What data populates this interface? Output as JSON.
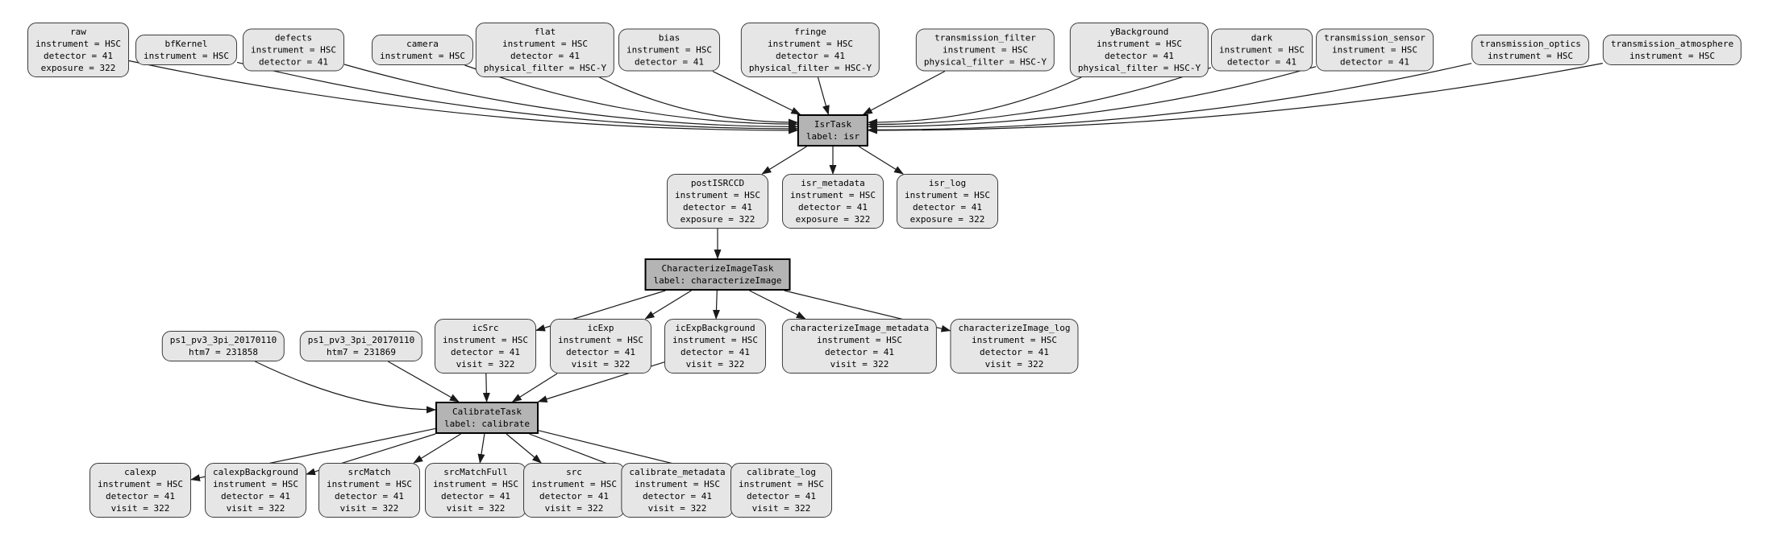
{
  "colors": {
    "background": "#ffffff",
    "dataset_fill": "#e6e6e6",
    "dataset_border": "#3c3c3c",
    "task_fill": "#b4b4b4",
    "task_border": "#000000",
    "edge": "#1a1a1a",
    "text": "#000000"
  },
  "nodes": {
    "raw": {
      "title": "raw",
      "attrs": [
        "instrument = HSC",
        "detector = 41",
        "exposure = 322"
      ]
    },
    "bfKernel": {
      "title": "bfKernel",
      "attrs": [
        "instrument = HSC"
      ]
    },
    "defects": {
      "title": "defects",
      "attrs": [
        "instrument = HSC",
        "detector = 41"
      ]
    },
    "camera": {
      "title": "camera",
      "attrs": [
        "instrument = HSC"
      ]
    },
    "flat": {
      "title": "flat",
      "attrs": [
        "instrument = HSC",
        "detector = 41",
        "physical_filter = HSC-Y"
      ]
    },
    "bias": {
      "title": "bias",
      "attrs": [
        "instrument = HSC",
        "detector = 41"
      ]
    },
    "fringe": {
      "title": "fringe",
      "attrs": [
        "instrument = HSC",
        "detector = 41",
        "physical_filter = HSC-Y"
      ]
    },
    "transmission_filter": {
      "title": "transmission_filter",
      "attrs": [
        "instrument = HSC",
        "physical_filter = HSC-Y"
      ]
    },
    "yBackground": {
      "title": "yBackground",
      "attrs": [
        "instrument = HSC",
        "detector = 41",
        "physical_filter = HSC-Y"
      ]
    },
    "dark": {
      "title": "dark",
      "attrs": [
        "instrument = HSC",
        "detector = 41"
      ]
    },
    "transmission_sensor": {
      "title": "transmission_sensor",
      "attrs": [
        "instrument = HSC",
        "detector = 41"
      ]
    },
    "transmission_optics": {
      "title": "transmission_optics",
      "attrs": [
        "instrument = HSC"
      ]
    },
    "transmission_atmosphere": {
      "title": "transmission_atmosphere",
      "attrs": [
        "instrument = HSC"
      ]
    },
    "isrTask": {
      "title": "IsrTask",
      "attrs": [
        "label: isr"
      ]
    },
    "postISRCCD": {
      "title": "postISRCCD",
      "attrs": [
        "instrument = HSC",
        "detector = 41",
        "exposure = 322"
      ]
    },
    "isr_metadata": {
      "title": "isr_metadata",
      "attrs": [
        "instrument = HSC",
        "detector = 41",
        "exposure = 322"
      ]
    },
    "isr_log": {
      "title": "isr_log",
      "attrs": [
        "instrument = HSC",
        "detector = 41",
        "exposure = 322"
      ]
    },
    "characterizeImageTask": {
      "title": "CharacterizeImageTask",
      "attrs": [
        "label: characterizeImage"
      ]
    },
    "ps1a": {
      "title": "ps1_pv3_3pi_20170110",
      "attrs": [
        "htm7 = 231858"
      ]
    },
    "ps1b": {
      "title": "ps1_pv3_3pi_20170110",
      "attrs": [
        "htm7 = 231869"
      ]
    },
    "icSrc": {
      "title": "icSrc",
      "attrs": [
        "instrument = HSC",
        "detector = 41",
        "visit = 322"
      ]
    },
    "icExp": {
      "title": "icExp",
      "attrs": [
        "instrument = HSC",
        "detector = 41",
        "visit = 322"
      ]
    },
    "icExpBackground": {
      "title": "icExpBackground",
      "attrs": [
        "instrument = HSC",
        "detector = 41",
        "visit = 322"
      ]
    },
    "characterizeImage_metadata": {
      "title": "characterizeImage_metadata",
      "attrs": [
        "instrument = HSC",
        "detector = 41",
        "visit = 322"
      ]
    },
    "characterizeImage_log": {
      "title": "characterizeImage_log",
      "attrs": [
        "instrument = HSC",
        "detector = 41",
        "visit = 322"
      ]
    },
    "calibrateTask": {
      "title": "CalibrateTask",
      "attrs": [
        "label: calibrate"
      ]
    },
    "calexp": {
      "title": "calexp",
      "attrs": [
        "instrument = HSC",
        "detector = 41",
        "visit = 322"
      ]
    },
    "calexpBackground": {
      "title": "calexpBackground",
      "attrs": [
        "instrument = HSC",
        "detector = 41",
        "visit = 322"
      ]
    },
    "srcMatch": {
      "title": "srcMatch",
      "attrs": [
        "instrument = HSC",
        "detector = 41",
        "visit = 322"
      ]
    },
    "srcMatchFull": {
      "title": "srcMatchFull",
      "attrs": [
        "instrument = HSC",
        "detector = 41",
        "visit = 322"
      ]
    },
    "src": {
      "title": "src",
      "attrs": [
        "instrument = HSC",
        "detector = 41",
        "visit = 322"
      ]
    },
    "calibrate_metadata": {
      "title": "calibrate_metadata",
      "attrs": [
        "instrument = HSC",
        "detector = 41",
        "visit = 322"
      ]
    },
    "calibrate_log": {
      "title": "calibrate_log",
      "attrs": [
        "instrument = HSC",
        "detector = 41",
        "visit = 322"
      ]
    }
  },
  "edges": [
    [
      "raw",
      "isrTask"
    ],
    [
      "bfKernel",
      "isrTask"
    ],
    [
      "defects",
      "isrTask"
    ],
    [
      "camera",
      "isrTask"
    ],
    [
      "flat",
      "isrTask"
    ],
    [
      "bias",
      "isrTask"
    ],
    [
      "fringe",
      "isrTask"
    ],
    [
      "transmission_filter",
      "isrTask"
    ],
    [
      "yBackground",
      "isrTask"
    ],
    [
      "dark",
      "isrTask"
    ],
    [
      "transmission_sensor",
      "isrTask"
    ],
    [
      "transmission_optics",
      "isrTask"
    ],
    [
      "transmission_atmosphere",
      "isrTask"
    ],
    [
      "isrTask",
      "postISRCCD"
    ],
    [
      "isrTask",
      "isr_metadata"
    ],
    [
      "isrTask",
      "isr_log"
    ],
    [
      "postISRCCD",
      "characterizeImageTask"
    ],
    [
      "characterizeImageTask",
      "icSrc"
    ],
    [
      "characterizeImageTask",
      "icExp"
    ],
    [
      "characterizeImageTask",
      "icExpBackground"
    ],
    [
      "characterizeImageTask",
      "characterizeImage_metadata"
    ],
    [
      "characterizeImageTask",
      "characterizeImage_log"
    ],
    [
      "ps1a",
      "calibrateTask"
    ],
    [
      "ps1b",
      "calibrateTask"
    ],
    [
      "icSrc",
      "calibrateTask"
    ],
    [
      "icExp",
      "calibrateTask"
    ],
    [
      "icExpBackground",
      "calibrateTask"
    ],
    [
      "calibrateTask",
      "calexp"
    ],
    [
      "calibrateTask",
      "calexpBackground"
    ],
    [
      "calibrateTask",
      "srcMatch"
    ],
    [
      "calibrateTask",
      "srcMatchFull"
    ],
    [
      "calibrateTask",
      "src"
    ],
    [
      "calibrateTask",
      "calibrate_metadata"
    ],
    [
      "calibrateTask",
      "calibrate_log"
    ]
  ]
}
